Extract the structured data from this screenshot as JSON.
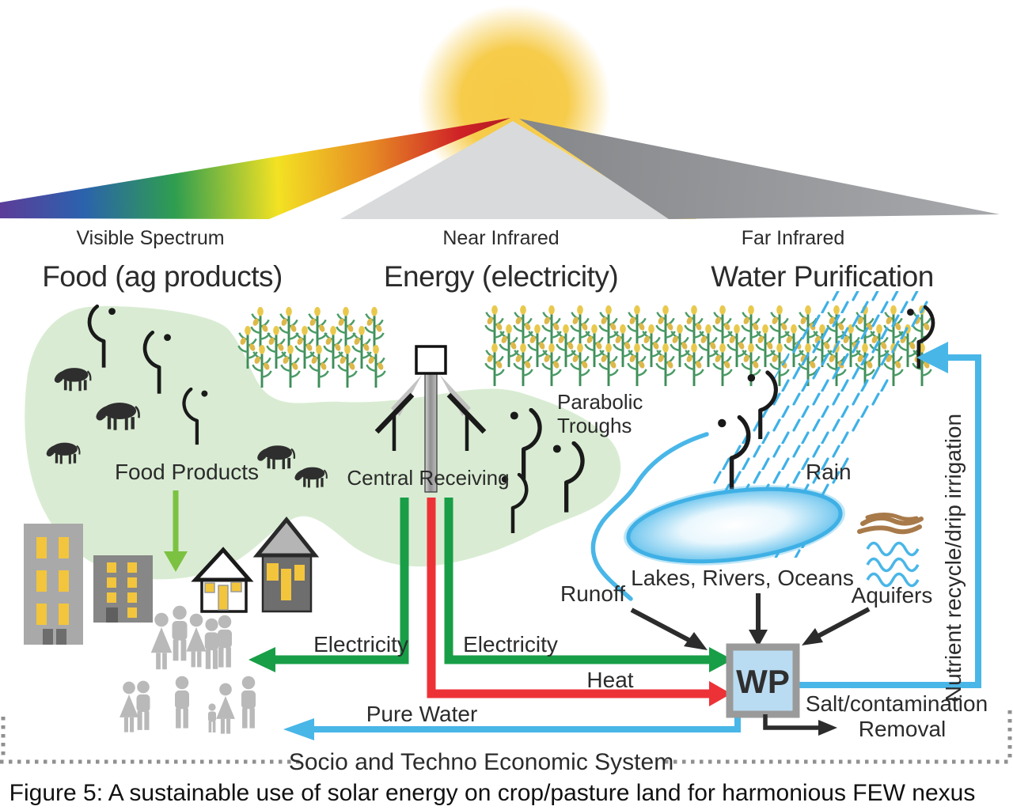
{
  "figure": {
    "caption": "Figure 5: A sustainable use of solar energy on crop/pasture land for harmonious FEW nexus",
    "bottom_band": "Socio and Techno Economic System"
  },
  "columns": [
    {
      "spectrum": "Visible Spectrum",
      "title": "Food (ag products)"
    },
    {
      "spectrum": "Near Infrared",
      "title": "Energy (electricity)"
    },
    {
      "spectrum": "Far Infrared",
      "title": "Water Purification"
    }
  ],
  "labels": {
    "food_products": "Food Products",
    "central_receiving": "Central Receiving",
    "parabolic_line1": "Parabolic",
    "parabolic_line2": "Troughs",
    "rain": "Rain",
    "runoff": "Runoff",
    "lakes": "Lakes, Rivers, Oceans",
    "aquifers": "Aquifers",
    "electricity_left": "Electricity",
    "electricity_right": "Electricity",
    "heat": "Heat",
    "pure_water": "Pure Water",
    "wp": "WP",
    "salt_line1": "Salt/contamination",
    "salt_line2": "Removal",
    "nutrient": "Nutrient recycle/drip irrigation"
  },
  "icons": {
    "sun": "sun-icon",
    "rainbow_beam": "visible-spectrum-beam",
    "near_ir_beam": "near-infrared-beam",
    "far_ir_beam": "far-infrared-beam",
    "pasture": "pasture-field",
    "corn": "corn-stalk-icon",
    "cow": "cow-icon",
    "trough": "parabolic-trough-icon",
    "tower": "central-receiver-tower-icon",
    "lake": "lake-icon",
    "river": "river-icon",
    "rain": "rain-icon",
    "aquifer": "aquifer-icon",
    "wp_box": "water-purification-box"
  },
  "colors": {
    "electricity_green": "#189e47",
    "food_green": "#7cc242",
    "heat_red": "#ed3237",
    "water_blue": "#49b6e8",
    "pasture_green": "#d9ecd3",
    "wp_fill": "#badcf2",
    "wp_border": "#9a9a9a",
    "sun_yellow": "#f6ca45",
    "near_ir_gray": "#d9dadb",
    "far_ir_gray": "#8d8f92"
  }
}
